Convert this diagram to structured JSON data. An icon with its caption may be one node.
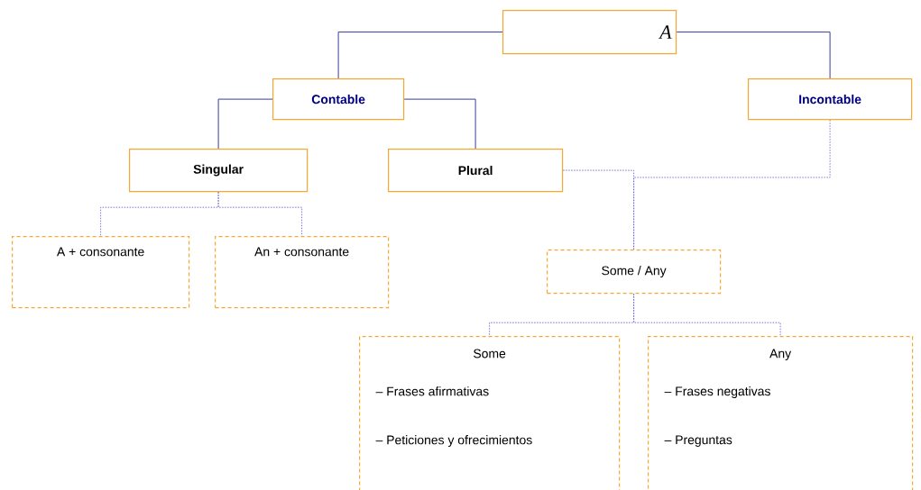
{
  "diagram": {
    "nodes": [
      {
        "text": [
          "A"
        ]
      },
      {
        "text": [
          "Contable"
        ]
      },
      {
        "text": [
          "Incontable"
        ]
      },
      {
        "text": [
          "Singular"
        ]
      },
      {
        "text": [
          "Plural"
        ]
      },
      {
        "text": [
          "A + consonante"
        ]
      },
      {
        "text": [
          "An + consonante"
        ]
      },
      {
        "text": [
          "Some / Any"
        ]
      },
      {
        "text": [
          "Some",
          "– Frases afirmativas",
          "– Peticiones y ofrecimientos"
        ]
      },
      {
        "text": [
          "Any",
          "– Frases negativas",
          "– Preguntas"
        ]
      }
    ],
    "edges": [
      {
        "from": 0,
        "to": 1,
        "arrow": "none"
      },
      {
        "from": 0,
        "to": 2,
        "arrow": "none"
      },
      {
        "from": 1,
        "to": 3,
        "arrow": "none"
      },
      {
        "from": 1,
        "to": 4,
        "arrow": "none"
      },
      {
        "from": 3,
        "to": 5,
        "arrow": "none",
        "style": "dashed"
      },
      {
        "from": 3,
        "to": 6,
        "arrow": "none",
        "style": "dashed"
      },
      {
        "from": 4,
        "to": 7,
        "arrow": "none",
        "style": "dashed"
      },
      {
        "from": 2,
        "to": 7,
        "arrow": "none",
        "style": "dashed"
      },
      {
        "from": 7,
        "to": 8,
        "arrow": "none",
        "style": "dashed"
      },
      {
        "from": 7,
        "to": 9,
        "arrow": "none",
        "style": "dashed"
      }
    ]
  }
}
